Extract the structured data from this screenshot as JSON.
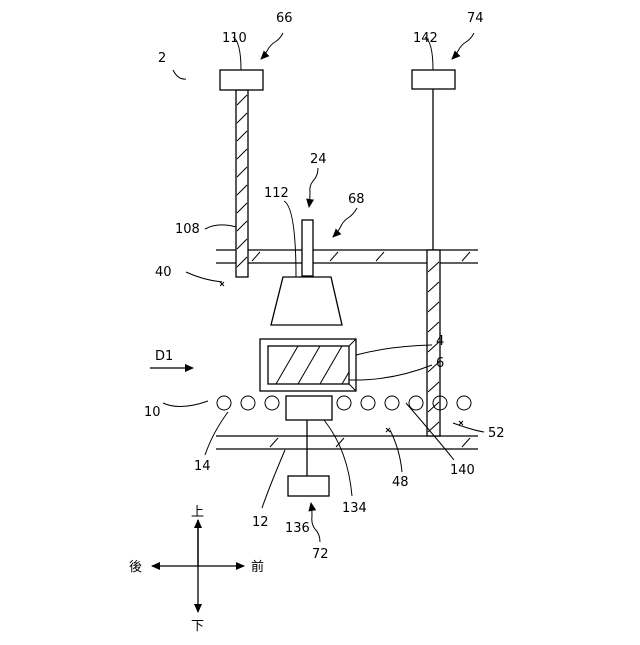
{
  "labels": {
    "l2": "2",
    "l66": "66",
    "l110": "110",
    "l74": "74",
    "l142": "142",
    "l24": "24",
    "l112": "112",
    "l68": "68",
    "l108": "108",
    "l40": "40",
    "l4": "4",
    "l6": "6",
    "lD1": "D1",
    "l10": "10",
    "l52": "52",
    "l14": "14",
    "l140": "140",
    "l48": "48",
    "l134": "134",
    "l12": "12",
    "l136": "136",
    "l72": "72"
  },
  "directions": {
    "up": "上",
    "down": "下",
    "back": "後",
    "front": "前"
  }
}
